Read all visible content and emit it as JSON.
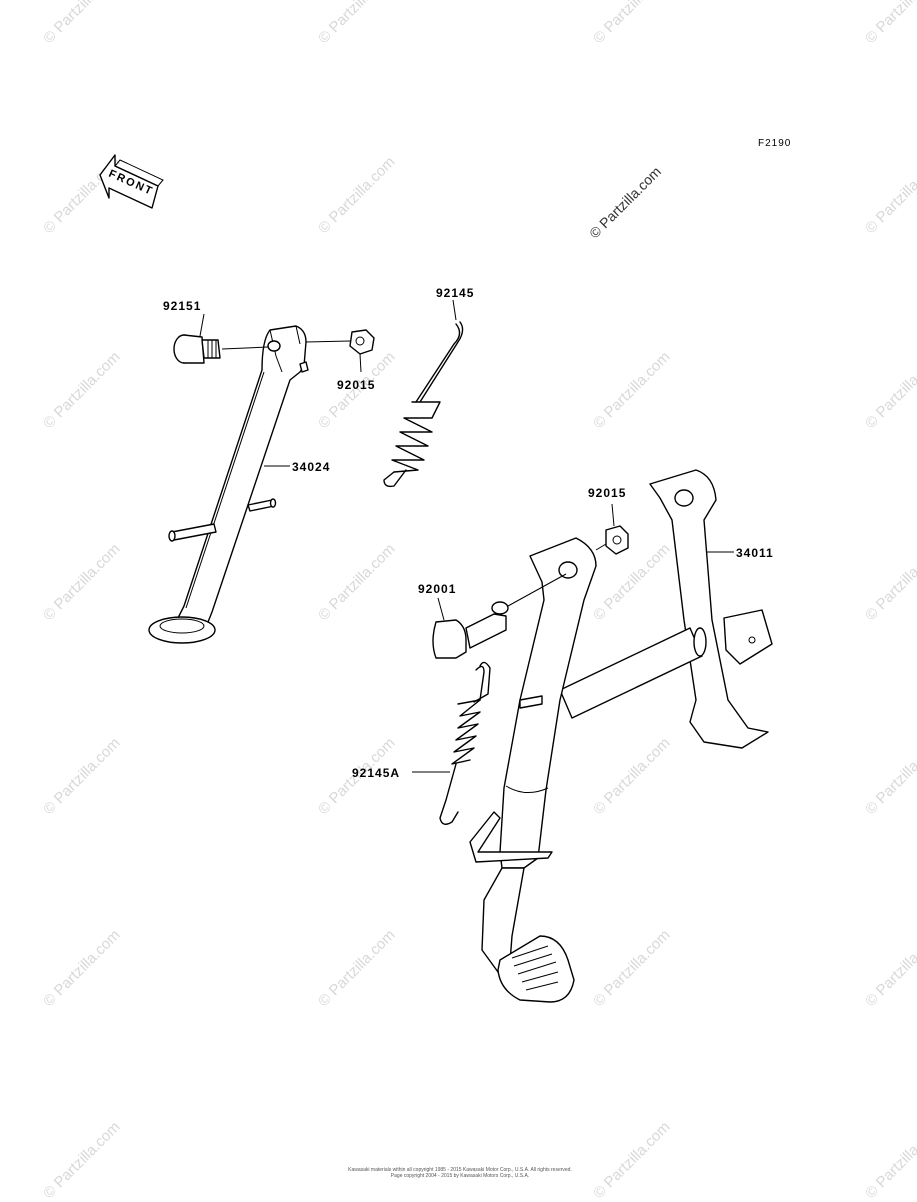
{
  "figure_code": "F2190",
  "front_indicator": "FRONT",
  "watermark": "© Partzilla.com",
  "parts": [
    {
      "number": "92151"
    },
    {
      "number": "92015"
    },
    {
      "number": "92145"
    },
    {
      "number": "34024"
    },
    {
      "number": "92015"
    },
    {
      "number": "34011"
    },
    {
      "number": "92001"
    },
    {
      "number": "92145A"
    }
  ],
  "footer": {
    "line1": "Kawasaki materials within all copyright 1985 - 2015 Kawasaki Motor Corp., U.S.A. All rights reserved.",
    "line2": "Page copyright 2004 - 2015 by Kawasaki Motors Corp., U.S.A."
  }
}
